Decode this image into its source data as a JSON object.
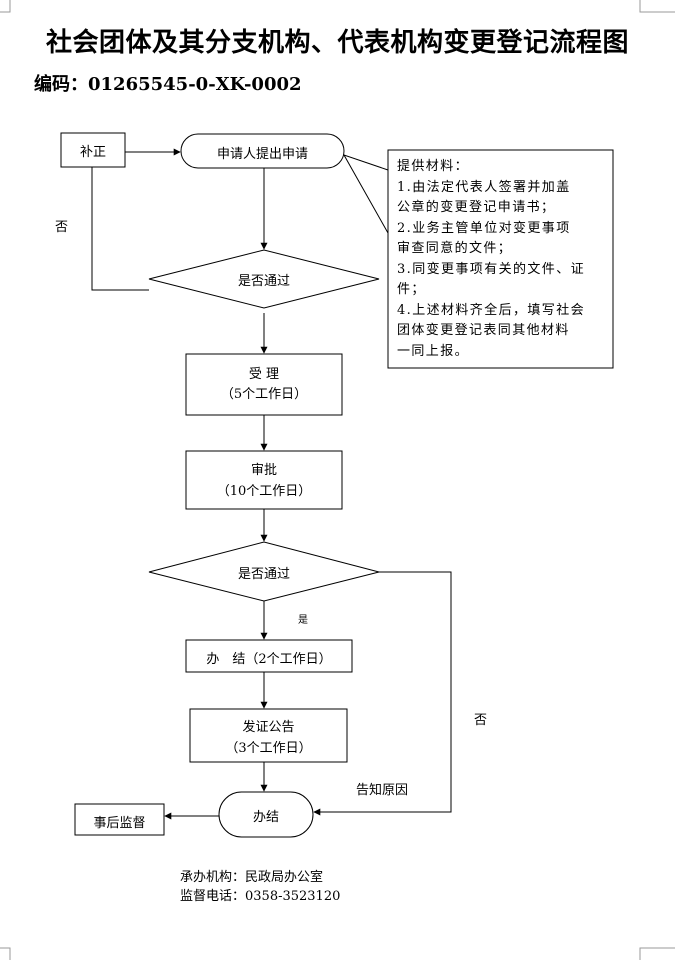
{
  "title": "社会团体及其分支机构、代表机构变更登记流程图",
  "code": "编码：01265545-0-XK-0002",
  "nodes": {
    "supplement": "补正",
    "apply": "申请人提出申请",
    "decision1": "是否通过",
    "accept_title": "受 理",
    "accept_days": "（5个工作日）",
    "review_title": "审批",
    "review_days": "（10个工作日）",
    "decision2": "是否通过",
    "finish_stage": "办　结（2个工作日）",
    "issue_title": "发证公告",
    "issue_days": "（3个工作日）",
    "end": "办结",
    "supervision": "事后监督"
  },
  "edge_labels": {
    "no_left": "否",
    "yes": "是",
    "no_right": "否",
    "notify_reason": "告知原因"
  },
  "materials": {
    "lines": [
      "提供材料：",
      "1.由法定代表人签署并加盖",
      "公章的变更登记申请书；",
      "2.业务主管单位对变更事项",
      "审查同意的文件；",
      "3.同变更事项有关的文件、证",
      "件；",
      "4.上述材料齐全后，填写社会",
      "团体变更登记表同其他材料",
      "一同上报。"
    ]
  },
  "footer": {
    "agency": "承办机构：民政局办公室",
    "phone": "监督电话：0358-3523120"
  }
}
